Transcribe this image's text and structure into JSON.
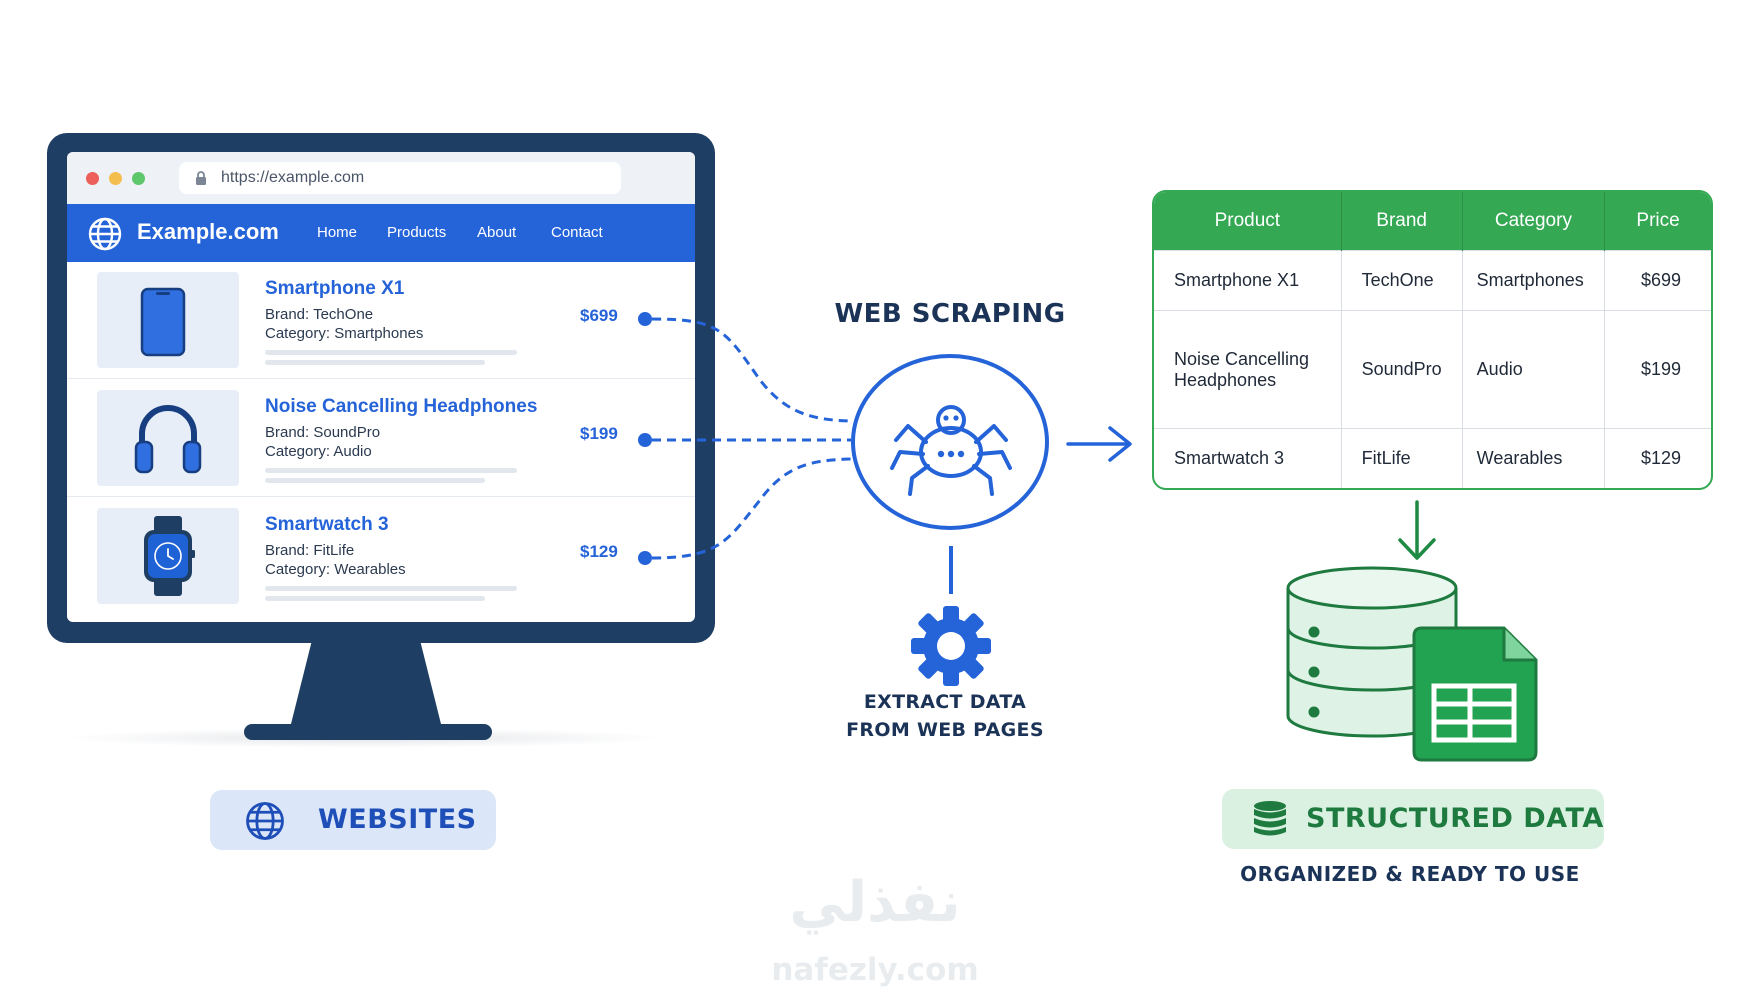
{
  "browser": {
    "url": "https://example.com",
    "site_name": "Example.com",
    "nav": [
      "Home",
      "Products",
      "About",
      "Contact"
    ]
  },
  "products": [
    {
      "name": "Smartphone X1",
      "brand": "Brand:  TechOne",
      "category": "Category:  Smartphones",
      "price": "$699",
      "icon": "smartphone-icon"
    },
    {
      "name": "Noise Cancelling Headphones",
      "brand": "Brand:  SoundPro",
      "category": "Category:  Audio",
      "price": "$199",
      "icon": "headphones-icon"
    },
    {
      "name": "Smartwatch 3",
      "brand": "Brand:  FitLife",
      "category": "Category:  Wearables",
      "price": "$129",
      "icon": "smartwatch-icon"
    }
  ],
  "center": {
    "title": "WEB SCRAPING",
    "extract_line1": "EXTRACT DATA",
    "extract_line2": "FROM WEB PAGES"
  },
  "table": {
    "headers": [
      "Product",
      "Brand",
      "Category",
      "Price"
    ],
    "rows": [
      [
        "Smartphone X1",
        "TechOne",
        "Smartphones",
        "$699"
      ],
      [
        "Noise Cancelling Headphones",
        "SoundPro",
        "Audio",
        "$199"
      ],
      [
        "Smartwatch 3",
        "FitLife",
        "Wearables",
        "$129"
      ]
    ]
  },
  "badges": {
    "websites": "WEBSITES",
    "structured": "STRUCTURED DATA",
    "organized": "ORGANIZED & READY TO USE"
  },
  "watermark": {
    "arabic": "نفذلي",
    "latin": "nafezly.com"
  },
  "colors": {
    "blue": "#2563d9",
    "navy": "#1f3e64",
    "green": "#34a853",
    "dark_text": "#1c3358"
  }
}
